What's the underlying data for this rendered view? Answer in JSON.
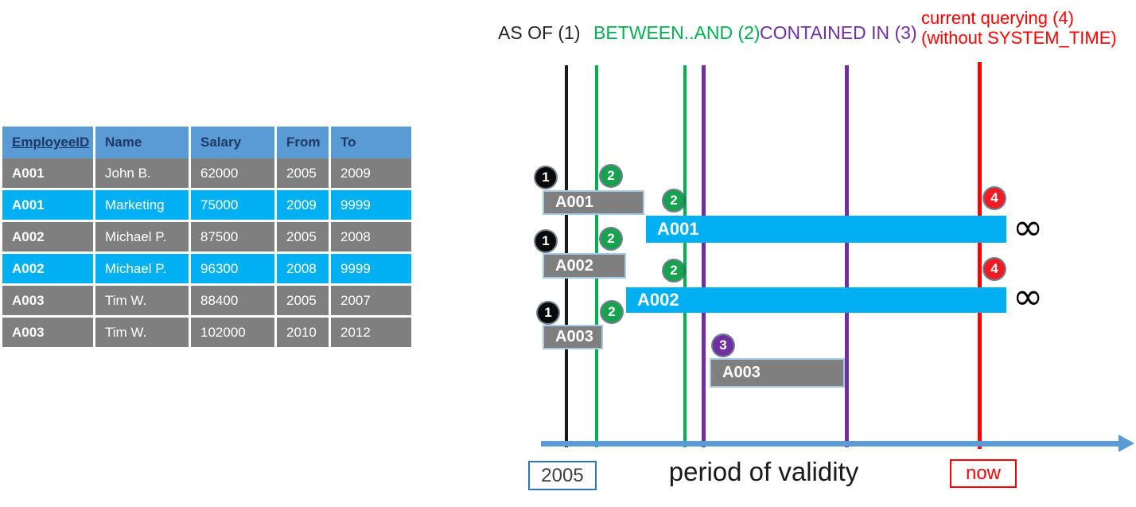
{
  "table": {
    "headers": [
      "EmployeeID",
      "Name",
      "Salary",
      "From",
      "To"
    ],
    "rows": [
      {
        "cells": [
          "A001",
          "John  B.",
          "62000",
          "2005",
          "2009"
        ]
      },
      {
        "cells": [
          "A001",
          "Marketing",
          "75000",
          "2009",
          "9999"
        ]
      },
      {
        "cells": [
          "A002",
          "Michael P.",
          "87500",
          "2005",
          "2008"
        ]
      },
      {
        "cells": [
          "A002",
          "Michael P.",
          "96300",
          "2008",
          "9999"
        ]
      },
      {
        "cells": [
          "A003",
          "Tim W.",
          "88400",
          "2005",
          "2007"
        ]
      },
      {
        "cells": [
          "A003",
          "Tim W.",
          "102000",
          "2010",
          "2012"
        ]
      }
    ]
  },
  "legend": {
    "as_of": "AS OF (1)",
    "between_and": "BETWEEN..AND (2)",
    "contained_in": "CONTAINED IN (3)",
    "current_line1": "current querying (4)",
    "current_line2": "(without SYSTEM_TIME)"
  },
  "timeline": {
    "bars": [
      {
        "label": "A001",
        "style": "gray"
      },
      {
        "label": "A001",
        "style": "cyan"
      },
      {
        "label": "A002",
        "style": "gray"
      },
      {
        "label": "A002",
        "style": "cyan"
      },
      {
        "label": "A003",
        "style": "gray"
      },
      {
        "label": "A003",
        "style": "gray"
      }
    ],
    "badges": [
      {
        "n": "1",
        "color": "black"
      },
      {
        "n": "2",
        "color": "green"
      },
      {
        "n": "2",
        "color": "green"
      },
      {
        "n": "1",
        "color": "black"
      },
      {
        "n": "2",
        "color": "green"
      },
      {
        "n": "2",
        "color": "green"
      },
      {
        "n": "1",
        "color": "black"
      },
      {
        "n": "2",
        "color": "green"
      },
      {
        "n": "3",
        "color": "purple"
      },
      {
        "n": "4",
        "color": "red"
      },
      {
        "n": "4",
        "color": "red"
      }
    ],
    "infinity": "∞",
    "start_label": "2005",
    "axis_title": "period of validity",
    "now_label": "now"
  },
  "colors": {
    "header_bg": "#5B9BD5",
    "header_text": "#1F3864",
    "row_gray": "#7F7F7F",
    "row_cyan": "#00B0F0",
    "green": "#00B050",
    "purple": "#7030A0",
    "red": "#FF0000",
    "axis_blue": "#5B9BD5",
    "year_box_border": "#2E75B6"
  }
}
